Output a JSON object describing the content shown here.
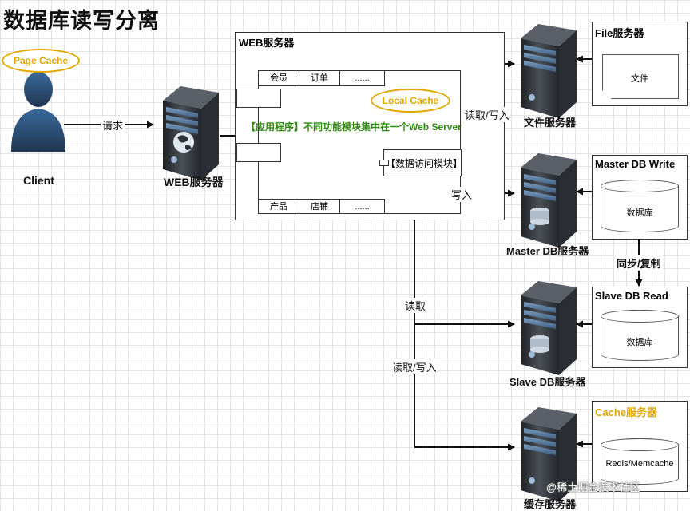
{
  "title": "数据库读写分离",
  "client": {
    "label": "Client",
    "cache_label": "Page Cache"
  },
  "request_label": "请求",
  "web_server": {
    "label": "WEB服务器",
    "container_title": "WEB服务器",
    "local_cache": "Local Cache",
    "app_text": "【应用程序】不同功能模块集中在一个Web Server",
    "top_modules": [
      "会员",
      "订单",
      "......"
    ],
    "bottom_modules": [
      "产品",
      "店铺",
      "......"
    ],
    "data_access": "【数据访问模块】"
  },
  "file_server": {
    "label": "文件服务器",
    "box_title": "File服务器",
    "doc_label": "文件",
    "edge_label": "读取/写入"
  },
  "master_db": {
    "label": "Master DB服务器",
    "box_title": "Master DB Write",
    "db_label": "数据库",
    "edge_label": "写入"
  },
  "sync_label": "同步/复制",
  "slave_db": {
    "label": "Slave DB服务器",
    "box_title": "Slave DB Read",
    "db_label": "数据库",
    "edge_label": "读取"
  },
  "cache_server": {
    "label": "缓存服务器",
    "box_title": "Cache服务器",
    "db_label": "Redis/Memcache",
    "edge_label": "读取/写入"
  },
  "watermark": "@稀土掘金技术社区",
  "colors": {
    "accent": "#e0a800",
    "green": "#2f8a12",
    "server_dark": "#2e3136",
    "server_blue": "#5e84a8"
  }
}
